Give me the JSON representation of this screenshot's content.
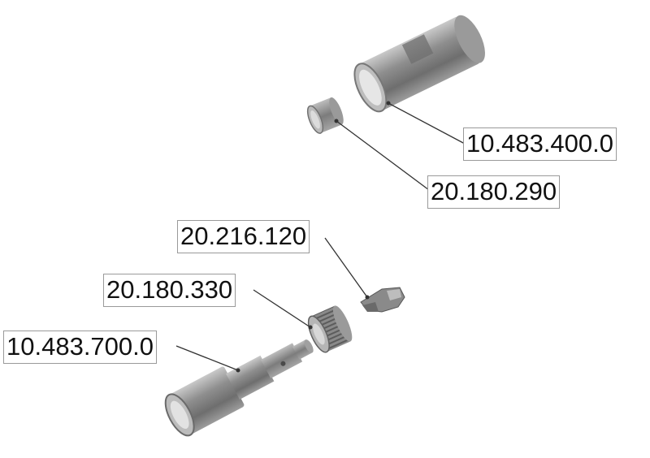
{
  "diagram": {
    "part_labels": [
      "10.483.400.0",
      "20.180.290",
      "20.216.120",
      "20.180.330",
      "10.483.700.0"
    ]
  }
}
